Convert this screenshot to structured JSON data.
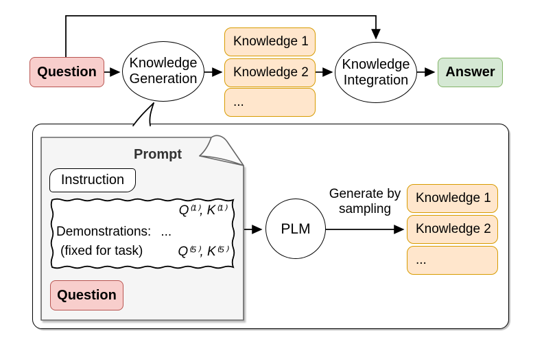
{
  "diagram": {
    "top_flow": {
      "question_label": "Question",
      "generation_line1": "Knowledge",
      "generation_line2": "Generation",
      "knowledge_items": [
        "Knowledge 1",
        "Knowledge 2",
        "..."
      ],
      "integration_line1": "Knowledge",
      "integration_line2": "Integration",
      "answer_label": "Answer"
    },
    "generation_detail": {
      "prompt_title": "Prompt",
      "instruction_label": "Instruction",
      "demo_top_right": "Q⁽¹⁾, K⁽¹⁾",
      "demonstrations_label": "Demonstrations:",
      "ellipsis": "...",
      "fixed_label": "(fixed for task)",
      "demo_bottom_right": "Q⁽⁵⁾, K⁽⁵⁾",
      "question_label": "Question",
      "plm_label": "PLM",
      "generate_line1": "Generate by",
      "generate_line2": "sampling",
      "knowledge_items": [
        "Knowledge 1",
        "Knowledge 2",
        "..."
      ]
    },
    "colors": {
      "red_fill": "#f8cecc",
      "red_border": "#b85450",
      "orange_fill": "#ffe6cc",
      "orange_border": "#d79b00",
      "green_fill": "#d5e8d4",
      "green_border": "#82b366",
      "prompt_fill": "#f5f5f5",
      "prompt_border": "#666666"
    }
  }
}
